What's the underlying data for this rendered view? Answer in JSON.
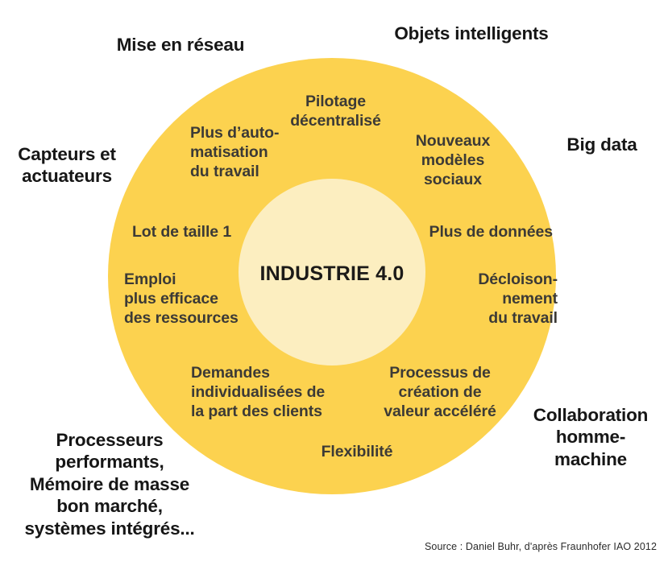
{
  "figure": {
    "title": "INDUSTRIE 4.0",
    "core_label": "INDUSTRIE 4.0",
    "source": "Source : Daniel Buhr, d'après Fraunhofer IAO 2012"
  },
  "colors": {
    "outer_ring": "#FCD24F",
    "inner_circle": "#FCEEC0",
    "background": "#FFFFFF",
    "ring_text": "#3C3A36",
    "outer_text": "#161616",
    "core_text": "#1C1A18",
    "source_text": "#2B2B2B"
  },
  "outer_labels": [
    {
      "id": "mise-en-reseau",
      "text": "Mise en réseau"
    },
    {
      "id": "objets-intelligents",
      "text": "Objets intelligents"
    },
    {
      "id": "capteurs-actuateurs",
      "text": "Capteurs et\nactuateurs"
    },
    {
      "id": "big-data",
      "text": "Big data"
    },
    {
      "id": "processeurs",
      "text": "Processeurs\nperformants,\nMémoire de masse\nbon marché,\nsystèmes intégrés..."
    },
    {
      "id": "collaboration",
      "text": "Collaboration\nhomme-\nmachine"
    }
  ],
  "ring_labels": [
    {
      "id": "pilotage",
      "text": "Pilotage\ndécentralisé"
    },
    {
      "id": "automatisation",
      "text": "Plus d’auto-\nmatisation\ndu travail"
    },
    {
      "id": "nouveaux",
      "text": "Nouveaux\nmodèles\nsociaux"
    },
    {
      "id": "lot-de-taille",
      "text": "Lot de taille 1"
    },
    {
      "id": "plus-donnees",
      "text": "Plus de données"
    },
    {
      "id": "emploi",
      "text": "Emploi\nplus efficace\ndes ressources"
    },
    {
      "id": "decloisonnement",
      "text": "Décloison-\nnement\ndu travail"
    },
    {
      "id": "demandes",
      "text": "Demandes\nindividualisées de\nla part des clients"
    },
    {
      "id": "processus",
      "text": "Processus de\ncréation de\nvaleur accéléré"
    },
    {
      "id": "flexibilite",
      "text": "Flexibilité"
    }
  ],
  "chart_data": {
    "type": "diagram",
    "subtype": "concentric-circle-venn",
    "title": "INDUSTRIE 4.0",
    "center": "INDUSTRIE 4.0",
    "inner_ring_items": [
      "Pilotage décentralisé",
      "Plus d’auto-matisation du travail",
      "Nouveaux modèles sociaux",
      "Lot de taille 1",
      "Plus de données",
      "Emploi plus efficace des ressources",
      "Décloisonnement du travail",
      "Demandes individualisées de la part des clients",
      "Processus de création de valeur accéléré",
      "Flexibilité"
    ],
    "outer_items": [
      "Mise en réseau",
      "Objets intelligents",
      "Capteurs et actuateurs",
      "Big data",
      "Processeurs performants, Mémoire de masse bon marché, systèmes intégrés...",
      "Collaboration homme-machine"
    ],
    "legend": [],
    "annotations": [
      "Source : Daniel Buhr, d'après Fraunhofer IAO 2012"
    ]
  }
}
